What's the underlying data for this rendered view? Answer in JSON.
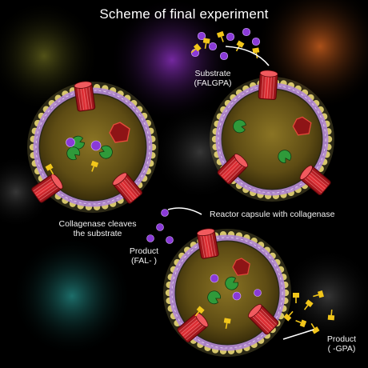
{
  "title": "Scheme of  final experiment",
  "labels": {
    "substrate": [
      "Substrate",
      "(FALGPA)"
    ],
    "cleaves": [
      "Collagenase cleaves",
      "the substrate"
    ],
    "reactor": "Reactor capsule with collagenase",
    "product_fal": [
      "Product",
      "(FAL- )"
    ],
    "product_gpa": [
      "Product",
      "( -GPA)"
    ]
  },
  "colors": {
    "membrane_purple": "#b58ad6",
    "shell_yellow": "#f4e27a",
    "capsule_interior": "#6e5a18",
    "channel_red": "#d4232a",
    "substrate_purple": "#8a3ad8",
    "gpa_yellow": "#f2c61a",
    "enzyme_green": "#2f9a3a",
    "enzyme_red": "#8e1416"
  },
  "icons": [
    "protein-channel-icon",
    "substrate-molecule-icon",
    "enzyme-icon",
    "collagenase-icon",
    "reaction-arrow-icon"
  ]
}
